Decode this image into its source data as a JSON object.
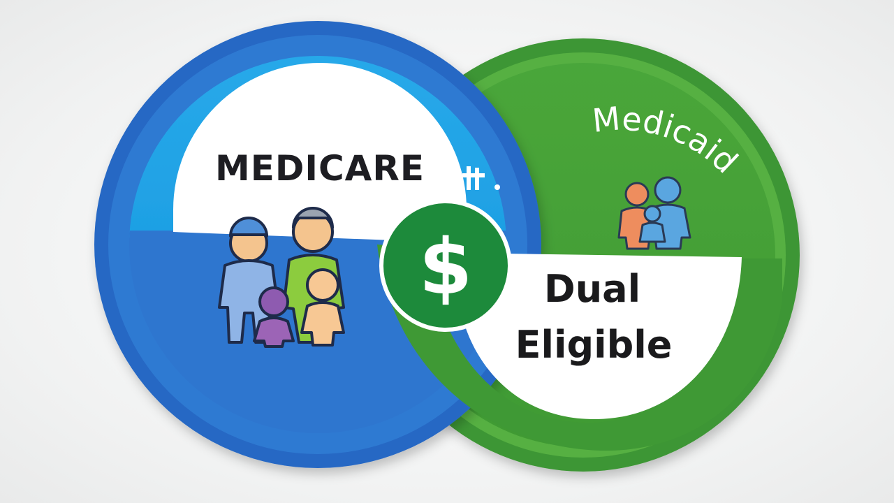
{
  "medicare": {
    "label": "MEDICARE",
    "color": "#2f7fd3",
    "accent": "#1fa4e8"
  },
  "medicaid": {
    "label": "Medicaid",
    "color": "#46a03a",
    "accent": "#5cb545"
  },
  "overlap": {
    "line1": "Dual",
    "line2": "Eligible"
  },
  "dollar": {
    "symbol": "$",
    "color": "#1d8c3c"
  },
  "mark": {
    "symbol": "⧺"
  },
  "icons": [
    "medicare-family-icon",
    "medicaid-family-icon",
    "dollar-icon",
    "plus-mark-icon"
  ]
}
